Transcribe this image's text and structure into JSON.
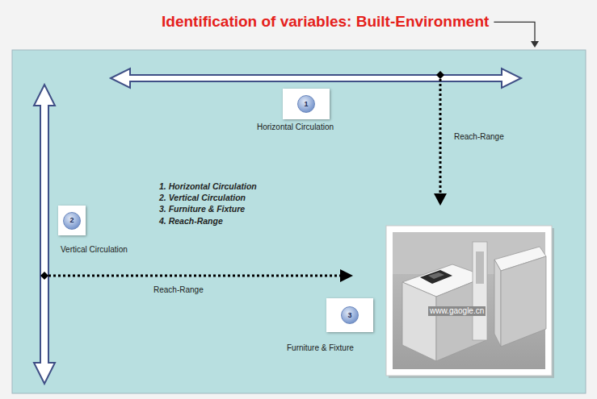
{
  "diagram": {
    "title": "Identification of variables: Built-Environment",
    "nodes": [
      {
        "text": [
          "1"
        ]
      },
      {
        "text": [
          "2"
        ]
      },
      {
        "text": [
          "3"
        ]
      }
    ],
    "labels": [
      "Horizontal Circulation",
      "Reach-Range",
      "1. Horizontal Circulation",
      "2. Vertical Circulation",
      "3. Furniture & Fixture",
      "4. Reach-Range",
      "Vertical Circulation",
      "Reach-Range",
      "Furniture & Fixture",
      "www.gaogle.cn"
    ]
  }
}
